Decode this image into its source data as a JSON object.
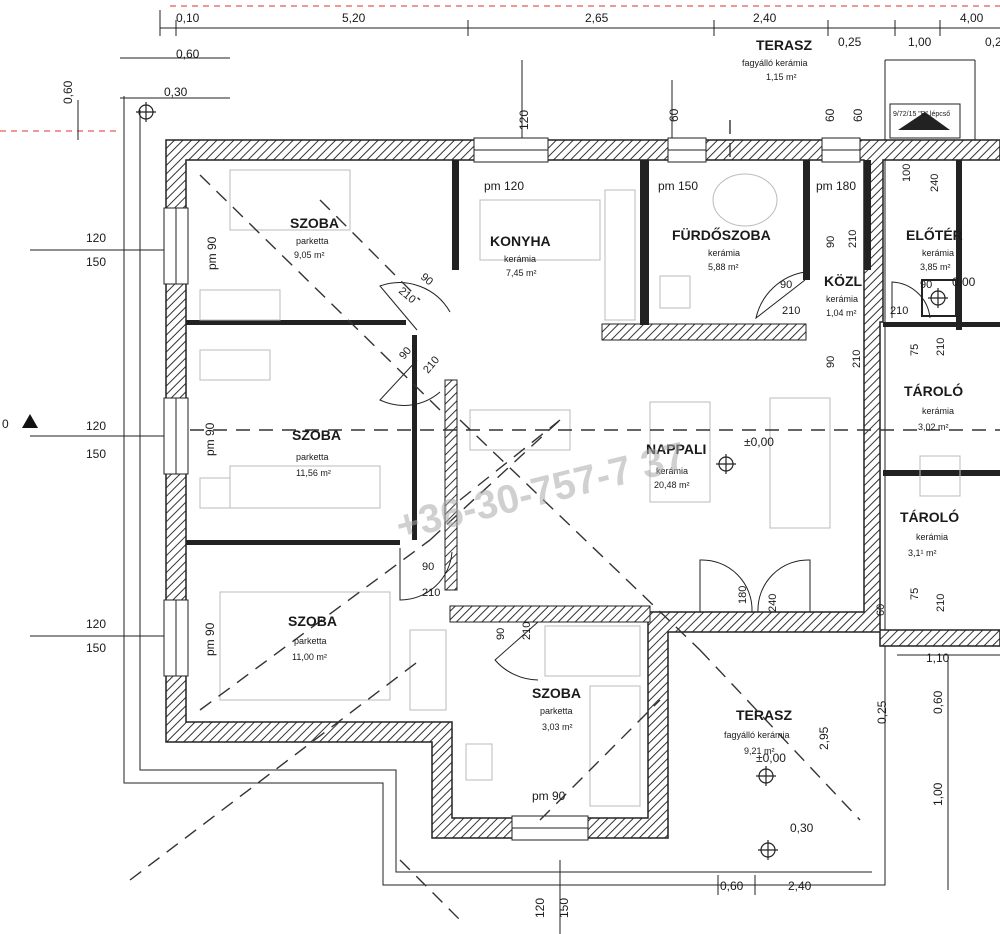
{
  "rooms": {
    "szoba1": {
      "name": "SZOBA",
      "floor": "parketta",
      "area": "9,05 m²"
    },
    "konyha": {
      "name": "KONYHA",
      "floor": "kerámia",
      "area": "7,45 m²"
    },
    "furdo": {
      "name": "FÜRDŐSZOBA",
      "floor": "kerámia",
      "area": "5,88 m²"
    },
    "kozl": {
      "name": "KÖZL",
      "floor": "kerámia",
      "area": "1,04 m²"
    },
    "eloter": {
      "name": "ELŐTÉR",
      "floor": "kerámia",
      "area": "3,85 m²"
    },
    "szoba2": {
      "name": "SZOBA",
      "floor": "parketta",
      "area": "11,56 m²"
    },
    "nappali": {
      "name": "NAPPALI",
      "floor": "kerámia",
      "area": "20,48 m²",
      "level": "±0,00"
    },
    "tarolo1": {
      "name": "TÁROLÓ",
      "floor": "kerámia",
      "area": "3,02 m²"
    },
    "tarolo2": {
      "name": "TÁROLÓ",
      "floor": "kerámia",
      "area": "3,1¹ m²"
    },
    "szoba3": {
      "name": "SZOBA",
      "floor": "parketta",
      "area": "11,00 m²"
    },
    "szoba4": {
      "name": "SZOBA",
      "floor": "parketta",
      "area": "3,03 m²"
    },
    "terasz_bottom": {
      "name": "TERASZ",
      "floor": "fagyálló kerámia",
      "area": "9,21 m²",
      "level": "±0,00"
    },
    "terasz_top": {
      "name": "TERASZ",
      "floor": "fagyálló kerámia",
      "area": "1,15 m²"
    }
  },
  "top_dimensions": [
    "0,10",
    "5,20",
    "2,65",
    "2,40",
    "0,25",
    "1,00",
    "4,00",
    "0,2"
  ],
  "left_dimensions": {
    "d060_top": "0,60",
    "d060_left": "0,60",
    "d030": "0,30"
  },
  "windows": {
    "w_top_konyha": "120",
    "w_top_furdo": "60",
    "w_top_kozl": "60",
    "w_left_1_a": "120",
    "w_left_1_b": "150",
    "w_left_2_a": "120",
    "w_left_2_b": "150",
    "w_left_3_a": "120",
    "w_left_3_b": "150",
    "w_bottom_a": "120",
    "w_bottom_b": "150",
    "w_pm_szoba1": "pm 90",
    "w_pm_szoba2": "pm 90",
    "w_pm_szoba3": "pm 90",
    "w_pm_konyha": "pm 120",
    "w_pm_furdo": "pm 150",
    "w_pm_kozl": "pm 180",
    "w_pm_szoba4": "pm 90"
  },
  "door_labels": [
    "90",
    "210",
    "90",
    "210",
    "90",
    "210",
    "90",
    "210",
    "90",
    "210",
    "90",
    "210",
    "90",
    "210",
    "75",
    "210",
    "90",
    "210",
    "75",
    "210",
    "180",
    "240",
    "100",
    "240",
    "60",
    "60"
  ],
  "right_dimensions": {
    "d110": "1,10",
    "d025": "0,25",
    "d060": "0,60",
    "d100": "1,00",
    "d295": "2,95",
    "d030b": "0,30",
    "d060b": "0,60",
    "d240b": "2,40",
    "d000": "0,00"
  },
  "watermark": "+36-30-757-7 37",
  "stair_note": "9/72/15 \"B\" lépcső",
  "mark": "0"
}
